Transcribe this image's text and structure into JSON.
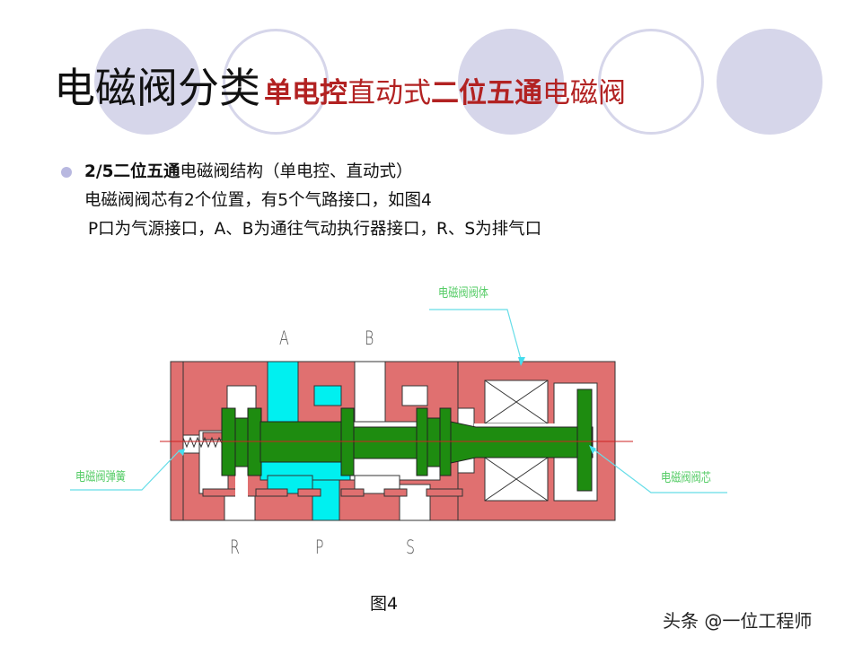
{
  "slide": {
    "title_main": "电磁阀分类",
    "title_sub_parts": [
      {
        "text": "单电控",
        "bold": true
      },
      {
        "text": "直动式",
        "bold": false
      },
      {
        "text": "二位五通",
        "bold": true
      },
      {
        "text": "电磁阀",
        "bold": false
      }
    ],
    "title_sub_0": "单电控",
    "title_sub_1": "直动式",
    "title_sub_2": "二位五通",
    "title_sub_3": "电磁阀",
    "title_color": "#111111",
    "subtitle_color": "#b22222",
    "decor_circle_color": "#d6d6ea"
  },
  "bullets": {
    "line1_bold": "2/5二位五通",
    "line1_rest": "电磁阀结构（单电控、直动式）",
    "line2": "电磁阀阀芯有2个位置，有5个气路接口，如图4",
    "line3": "P口为气源接口，A、B为通往气动执行器接口，R、S为排气口"
  },
  "diagram": {
    "port_labels": {
      "A": "A",
      "B": "B",
      "R": "R",
      "P": "P",
      "S": "S"
    },
    "callouts": {
      "valve_body": "电磁阀阀体",
      "valve_spring": "电磁阀弹簧",
      "valve_core": "电磁阀阀芯"
    },
    "colors": {
      "body": "#e07070",
      "spool": "#1e8c10",
      "flow": "#00f0f0",
      "callout_line": "#66dde8",
      "callout_text": "#55cc66",
      "centerline": "#cc2222"
    },
    "caption": "图4"
  },
  "watermark": "头条 @一位工程师"
}
